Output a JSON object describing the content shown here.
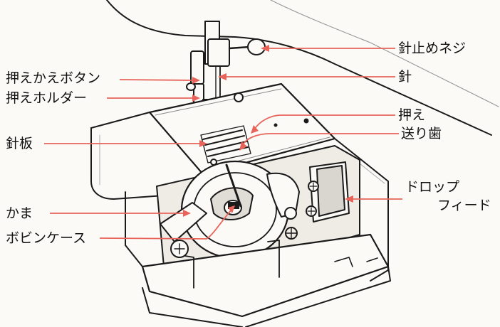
{
  "labels": {
    "needle_clamp_screw": "針止めネジ",
    "presser_lever": "押えかえボタン",
    "needle": "針",
    "presser_holder": "押えホルダー",
    "presser_foot": "押え",
    "feed_dog": "送り歯",
    "needle_plate": "針板",
    "drop_feed_line1": "ドロップ",
    "drop_feed_line2": "フィード",
    "hook": "かま",
    "bobbin_case": "ボビンケース"
  },
  "colors": {
    "leader": "#e8645a",
    "line": "#1a1a1a",
    "paper": "#fbfaf7",
    "shade": "#d9d6cf"
  }
}
